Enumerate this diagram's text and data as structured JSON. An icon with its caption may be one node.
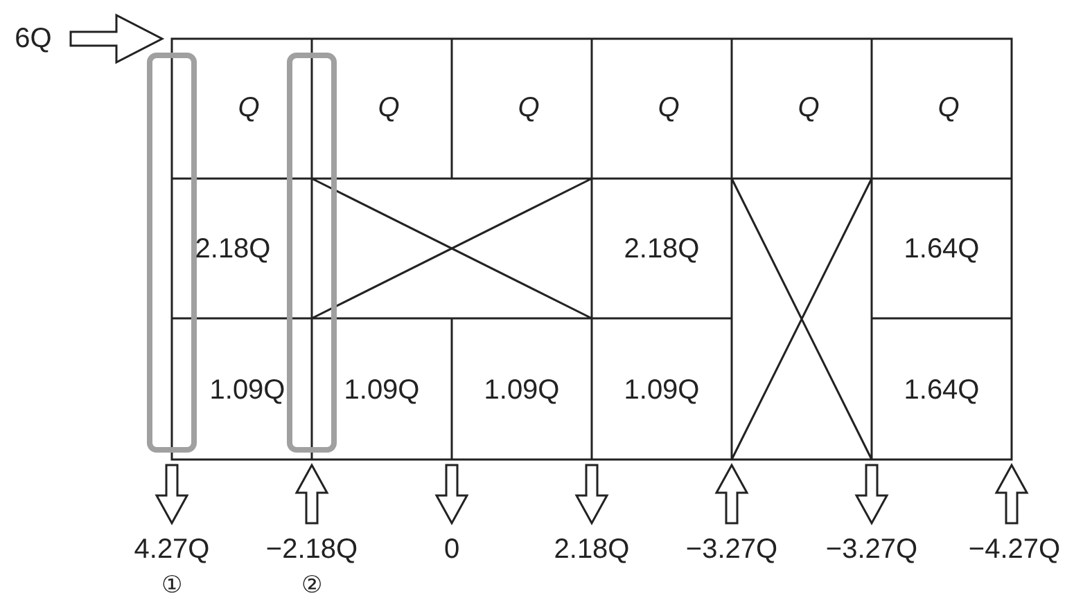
{
  "diagram": {
    "labels": [
      "6Q",
      "Q",
      "Q",
      "Q",
      "Q",
      "Q",
      "Q",
      "2.18Q",
      "2.18Q",
      "1.64Q",
      "1.09Q",
      "1.09Q",
      "1.09Q",
      "1.09Q",
      "1.64Q",
      "4.27Q",
      "−2.18Q",
      "0",
      "2.18Q",
      "−3.27Q",
      "−3.27Q",
      "−4.27Q",
      "①",
      "②"
    ]
  }
}
